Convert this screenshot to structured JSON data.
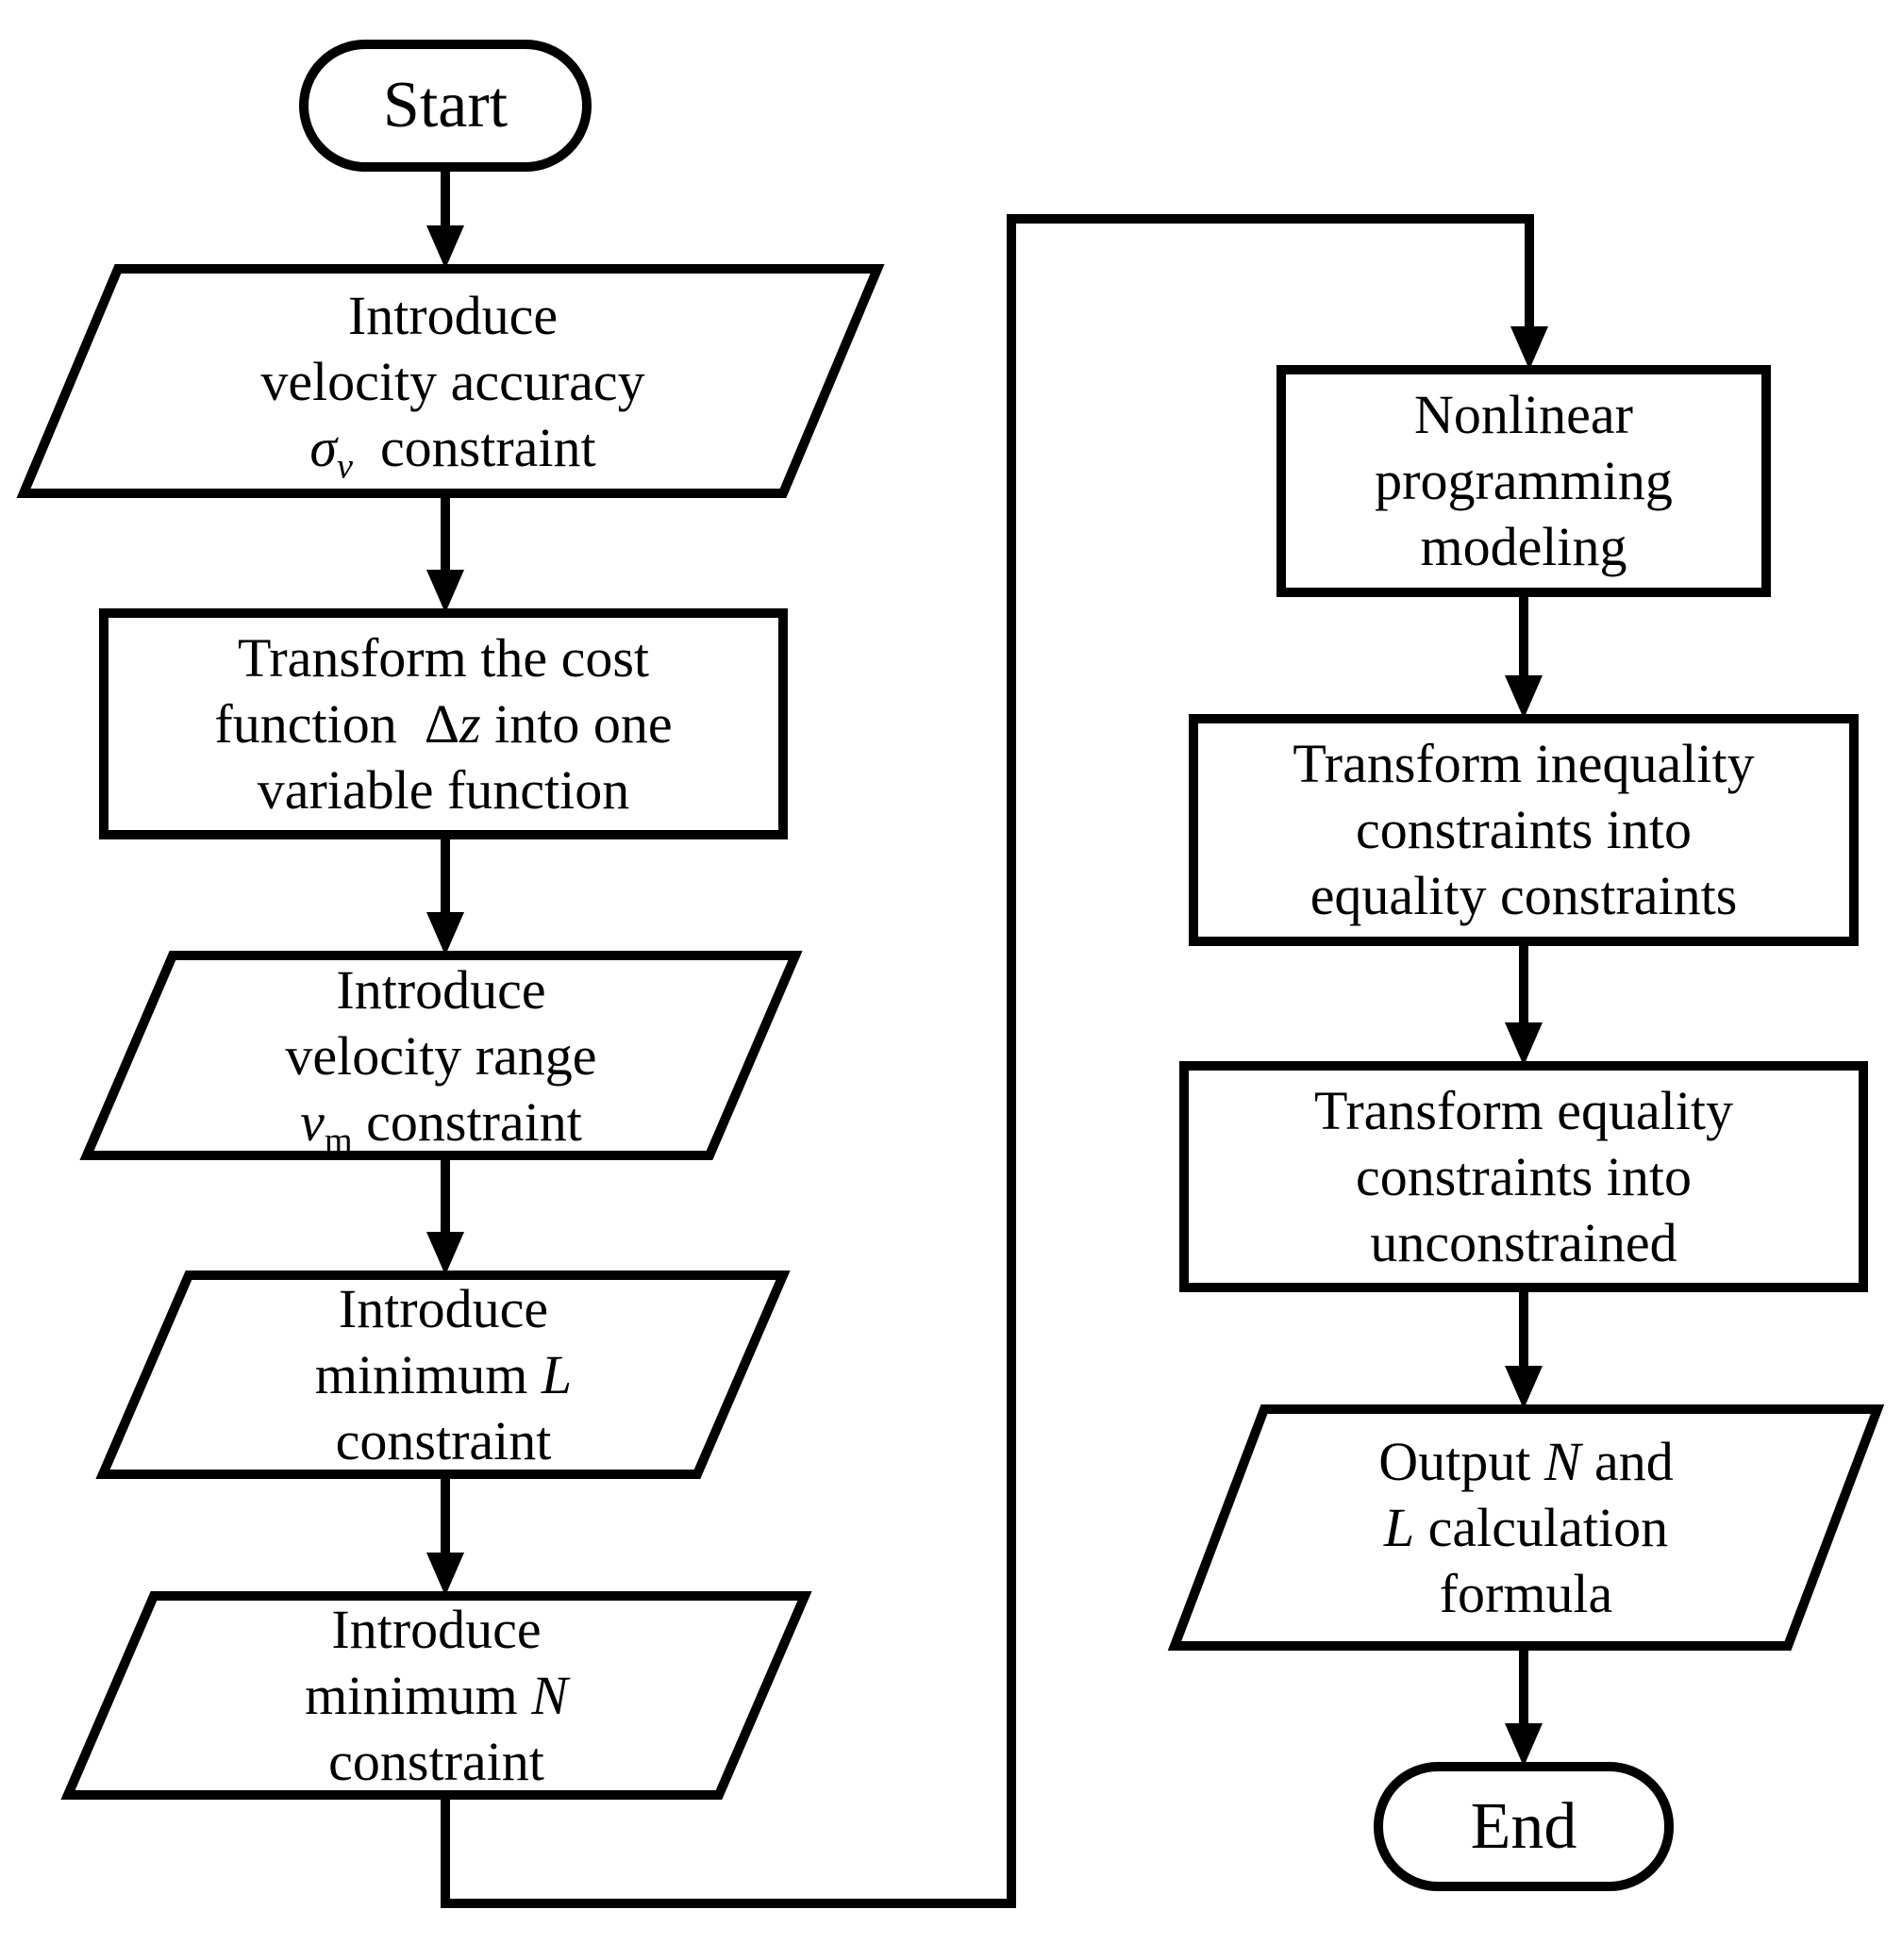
{
  "diagram": {
    "figure_type": "flowchart",
    "background_color": "#ffffff",
    "line_color": "#000000",
    "nodes": [
      {
        "id": "start",
        "shape": "stadium",
        "label": [
          [
            {
              "t": "Start"
            }
          ]
        ]
      },
      {
        "id": "introduce-velocity-accuracy",
        "shape": "parallelogram",
        "label": [
          [
            {
              "t": "Introduce"
            }
          ],
          [
            {
              "t": "velocity accuracy"
            }
          ],
          [
            {
              "t": "σ",
              "i": true
            },
            {
              "t": "v",
              "i": true,
              "sub": true
            },
            {
              "t": "  constraint"
            }
          ]
        ]
      },
      {
        "id": "transform-cost-function",
        "shape": "rectangle",
        "label": [
          [
            {
              "t": "Transform the cost"
            }
          ],
          [
            {
              "t": "function  Δ"
            },
            {
              "t": "z",
              "i": true
            },
            {
              "t": " into one"
            }
          ],
          [
            {
              "t": "variable function"
            }
          ]
        ]
      },
      {
        "id": "introduce-velocity-range",
        "shape": "parallelogram",
        "label": [
          [
            {
              "t": "Introduce"
            }
          ],
          [
            {
              "t": "velocity range"
            }
          ],
          [
            {
              "t": "v",
              "i": true
            },
            {
              "t": "m",
              "sub": true
            },
            {
              "t": " constraint"
            }
          ]
        ]
      },
      {
        "id": "introduce-minimum-L",
        "shape": "parallelogram",
        "label": [
          [
            {
              "t": "Introduce"
            }
          ],
          [
            {
              "t": "minimum "
            },
            {
              "t": "L",
              "i": true
            }
          ],
          [
            {
              "t": "constraint"
            }
          ]
        ]
      },
      {
        "id": "introduce-minimum-N",
        "shape": "parallelogram",
        "label": [
          [
            {
              "t": "Introduce"
            }
          ],
          [
            {
              "t": "minimum "
            },
            {
              "t": "N",
              "i": true
            }
          ],
          [
            {
              "t": "constraint"
            }
          ]
        ]
      },
      {
        "id": "nonlinear-programming-modeling",
        "shape": "rectangle",
        "label": [
          [
            {
              "t": "Nonlinear"
            }
          ],
          [
            {
              "t": "programming"
            }
          ],
          [
            {
              "t": "modeling"
            }
          ]
        ]
      },
      {
        "id": "transform-inequality-constraints",
        "shape": "rectangle",
        "label": [
          [
            {
              "t": "Transform inequality"
            }
          ],
          [
            {
              "t": "constraints into"
            }
          ],
          [
            {
              "t": "equality constraints"
            }
          ]
        ]
      },
      {
        "id": "transform-equality-constraints",
        "shape": "rectangle",
        "label": [
          [
            {
              "t": "Transform equality"
            }
          ],
          [
            {
              "t": "constraints into"
            }
          ],
          [
            {
              "t": "unconstrained"
            }
          ]
        ]
      },
      {
        "id": "output-N-L-formula",
        "shape": "parallelogram",
        "label": [
          [
            {
              "t": "Output "
            },
            {
              "t": "N",
              "i": true
            },
            {
              "t": " and"
            }
          ],
          [
            {
              "t": "L",
              "i": true
            },
            {
              "t": " calculation"
            }
          ],
          [
            {
              "t": "formula"
            }
          ]
        ]
      },
      {
        "id": "end",
        "shape": "stadium",
        "label": [
          [
            {
              "t": "End"
            }
          ]
        ]
      }
    ]
  }
}
